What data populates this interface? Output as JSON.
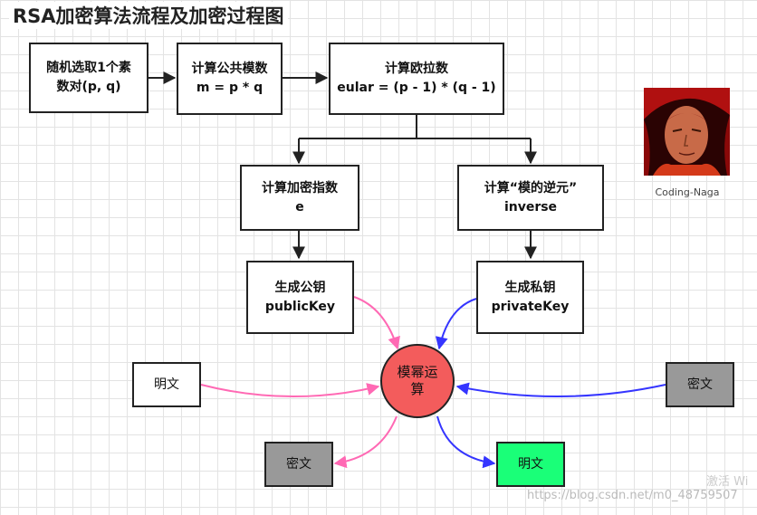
{
  "title": "RSA加密算法流程及加密过程图",
  "nodes": {
    "select_primes": {
      "line1": "随机选取1个素",
      "line2": "数对(p, q)"
    },
    "compute_modulus": {
      "line1": "计算公共模数",
      "line2": "m = p * q"
    },
    "compute_euler": {
      "line1": "计算欧拉数",
      "line2": "eular = (p - 1) * (q - 1)"
    },
    "compute_exponent": {
      "line1": "计算加密指数",
      "line2": "e"
    },
    "compute_inverse": {
      "line1": "计算“模的逆元”",
      "line2": "inverse"
    },
    "public_key": {
      "line1": "生成公钥",
      "line2": "publicKey"
    },
    "private_key": {
      "line1": "生成私钥",
      "line2": "privateKey"
    },
    "modpow": {
      "line1": "模幂运",
      "line2": "算"
    },
    "plaintext_in": "明文",
    "ciphertext_in": "密文",
    "ciphertext_out": "密文",
    "plaintext_out": "明文"
  },
  "avatar_caption": "Coding-Naga",
  "watermark": "https://blog.csdn.net/m0_48759507",
  "activate_text": "激活 Wi",
  "colors": {
    "pink_arrow": "#ff69b4",
    "blue_arrow": "#3535ff",
    "circle_fill": "#f35c5c",
    "gray_box": "#999999",
    "green_box": "#1aff78"
  }
}
